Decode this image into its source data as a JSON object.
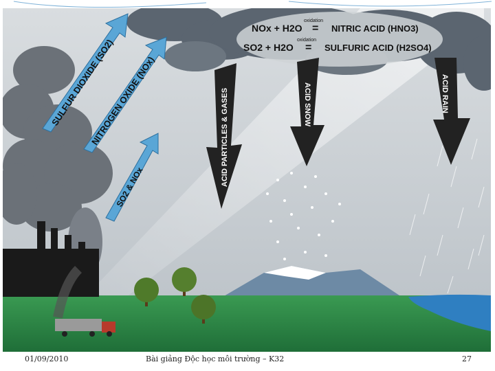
{
  "equations": {
    "nox_formula": "NOx + H2O",
    "nox_oxidation": "oxidation",
    "nox_result": "NITRIC ACID (HNO3)",
    "so2_formula": "SO2 + H2O",
    "so2_oxidation": "oxidation",
    "so2_result": "SULFURIC ACID (H2SO4)",
    "equals": "="
  },
  "arrows": {
    "sulfur_dioxide": "SULFUR DIOXIDE (SO2)",
    "nitrogen_oxide": "NITROGEN OXIDE (NOx)",
    "so2_nox": "SO2 & NOx",
    "acid_particles": "ACID PARTICLES & GASES",
    "acid_snow": "ACID SNOW",
    "acid_rain": "ACID RAIN"
  },
  "footer": {
    "date": "01/09/2010",
    "title": "Bài giảng Độc học môi trường – K32",
    "page": "27"
  },
  "colors": {
    "sky": "#9aa3ab",
    "cloud": "#5b6570",
    "grass": "#2e8b4a",
    "water": "#2f7fc1",
    "arrow_blue": "#5aa6d6",
    "arrow_dark": "#222222"
  }
}
